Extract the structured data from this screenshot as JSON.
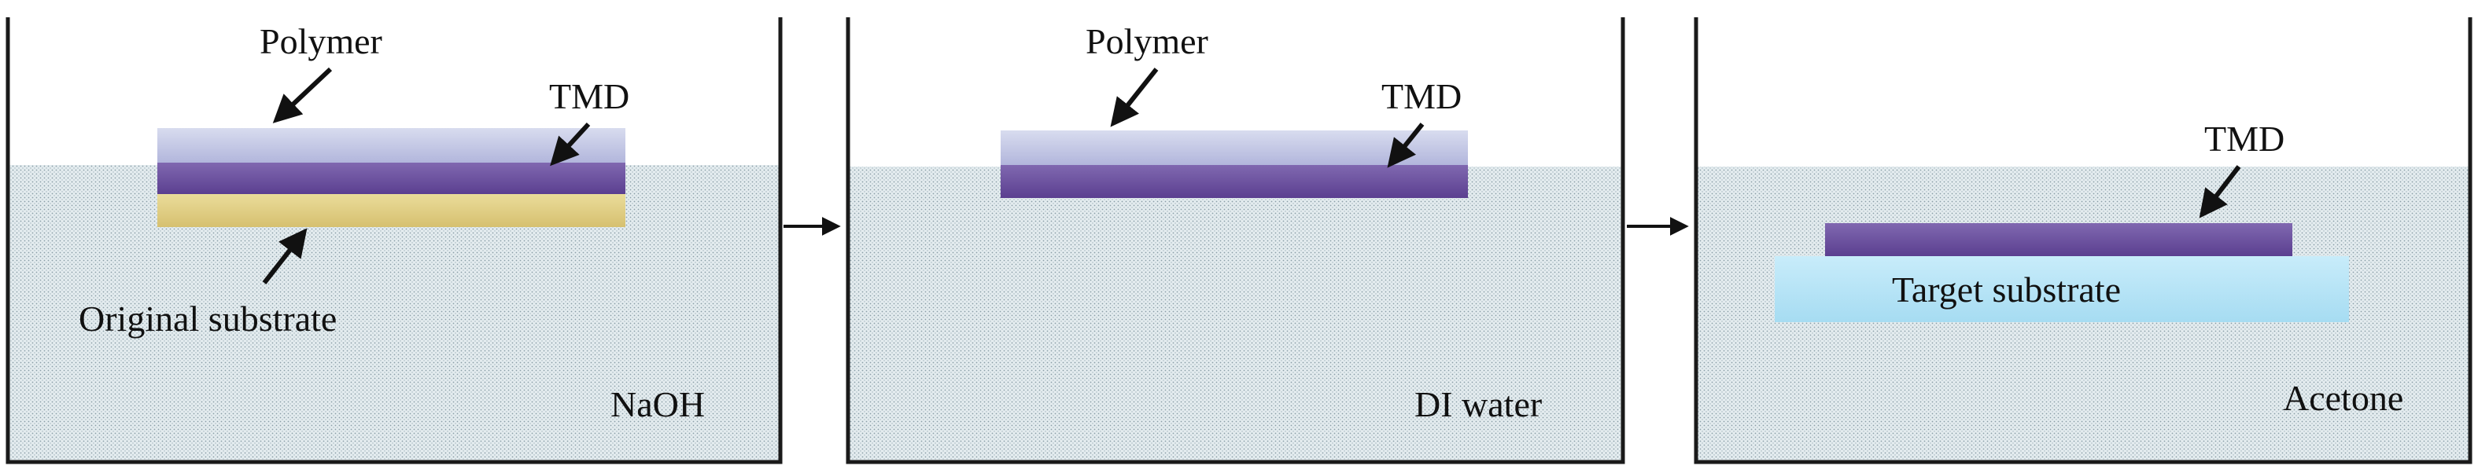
{
  "panels": [
    {
      "labels": {
        "polymer": "Polymer",
        "tmd": "TMD",
        "substrate": "Original substrate",
        "solution": "NaOH"
      }
    },
    {
      "labels": {
        "polymer": "Polymer",
        "tmd": "TMD",
        "solution": "DI water"
      }
    },
    {
      "labels": {
        "tmd": "TMD",
        "substrate": "Target substrate",
        "solution": "Acetone"
      }
    }
  ],
  "colors": {
    "polymer_top": "#d8dcef",
    "polymer_bottom": "#b2b6dc",
    "tmd_top": "#8068b0",
    "tmd_bottom": "#5b3f90",
    "original_substrate_top": "#eadc9a",
    "original_substrate_bottom": "#d6c070",
    "target_substrate_top": "#c8ecfa",
    "target_substrate_bottom": "#a6dcf2",
    "liquid": "#e4ecef",
    "liquid_dots": "#8a9ea8",
    "beaker": "#1a1a1a"
  }
}
